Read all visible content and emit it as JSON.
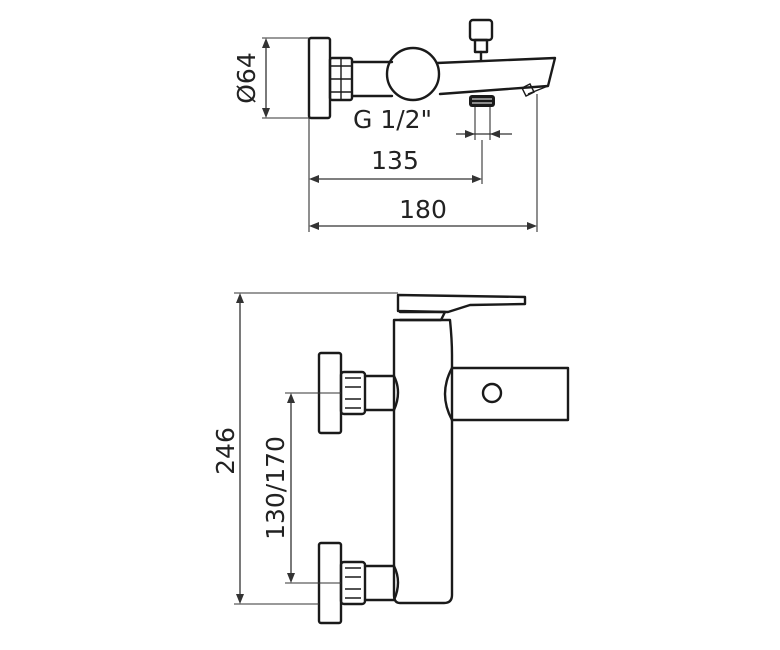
{
  "top_view": {
    "dimensions": {
      "diameter_label": "Ø64",
      "thread_label": "G 1/2\"",
      "depth_135_label": "135",
      "depth_180_label": "180"
    }
  },
  "front_view": {
    "dimensions": {
      "height_label": "246",
      "spacing_label": "130/170"
    }
  },
  "colors": {
    "line": "#1a1a1a",
    "background": "#ffffff"
  }
}
